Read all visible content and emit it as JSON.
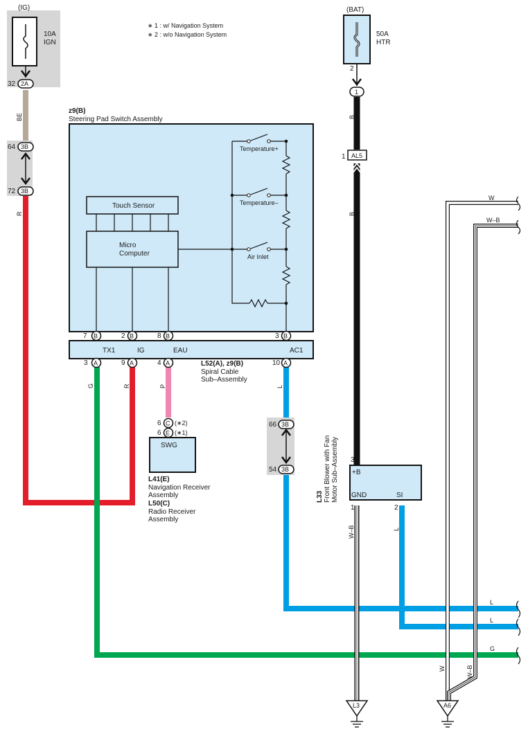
{
  "notes": {
    "note1": "∗ 1 : w/ Navigation System",
    "note2": "∗ 2 : w/o Navigation System"
  },
  "ig_source": {
    "label": "(IG)",
    "fuse_amp": "10A",
    "fuse_name": "IGN",
    "pin": "32",
    "connector": "2A"
  },
  "bat_source": {
    "label": "(BAT)",
    "fuse_amp": "50A",
    "fuse_name": "HTR",
    "pin": "2",
    "junction": "1"
  },
  "junction_3b_top": {
    "pin_top": "64",
    "pin_bottom": "72",
    "connector": "3B"
  },
  "junction_3b_right": {
    "pin_top": "66",
    "pin_bottom": "54",
    "connector": "3B"
  },
  "connector_al5": {
    "pin": "1",
    "id": "AL5"
  },
  "wire_colors": {
    "be": "BE",
    "r_left": "R",
    "b_upper": "B",
    "b_lower": "B",
    "g": "G",
    "r_mid": "R",
    "p": "P",
    "l_mid": "L",
    "wb_down": "W–B",
    "l_down": "L",
    "w_top": "W",
    "wb_top": "W–B",
    "l_right1": "L",
    "l_right2": "L",
    "g_right": "G",
    "w_bottom": "W",
    "wb_bottom": "W–B"
  },
  "steering_switch": {
    "code": "z9(B)",
    "name": "Steering Pad Switch Assembly",
    "touch_sensor": "Touch Sensor",
    "micro_line1": "Micro",
    "micro_line2": "Computer",
    "sw_temp_up": "Temperature+",
    "sw_temp_down": "Temperature–",
    "sw_air_inlet": "Air Inlet",
    "pins": [
      {
        "num": "7",
        "letter": "B"
      },
      {
        "num": "2",
        "letter": "B"
      },
      {
        "num": "8",
        "letter": "B"
      },
      {
        "num": "3",
        "letter": "B"
      }
    ]
  },
  "spiral_cable": {
    "signals": [
      "TX1",
      "IG",
      "EAU",
      "AC1"
    ],
    "pins": [
      {
        "num": "3",
        "letter": "A"
      },
      {
        "num": "9",
        "letter": "A"
      },
      {
        "num": "4",
        "letter": "A"
      },
      {
        "num": "10",
        "letter": "A"
      }
    ],
    "code": "L52(A), z9(B)",
    "name_line1": "Spiral Cable",
    "name_line2": "Sub–Assembly"
  },
  "receiver": {
    "pin_c": "6",
    "letter_c": "C",
    "note_c": "(∗2)",
    "pin_e": "6",
    "letter_e": "E",
    "note_e": "(∗1)",
    "terminal": "SWG",
    "code1": "L41(E)",
    "name1_line1": "Navigation Receiver",
    "name1_line2": "Assembly",
    "code2": "L50(C)",
    "name2_line1": "Radio Receiver",
    "name2_line2": "Assembly"
  },
  "blower": {
    "code": "L33",
    "name_line1": "Front Blower with Fan",
    "name_line2": "Motor Sub–Assembly",
    "term_b": "+B",
    "term_gnd": "GND",
    "term_si": "SI",
    "pin_b": "3",
    "pin_gnd": "1",
    "pin_si": "2"
  },
  "grounds": {
    "left": "L3",
    "right": "A6"
  },
  "colors": {
    "component_fill": "#cfe9f8",
    "junction_fill": "#d6d6d6",
    "red": "#e31e2a",
    "green": "#00a650",
    "blue": "#009fe3",
    "pink": "#ef87b4",
    "beige": "#b5a99a",
    "black": "#111111"
  }
}
